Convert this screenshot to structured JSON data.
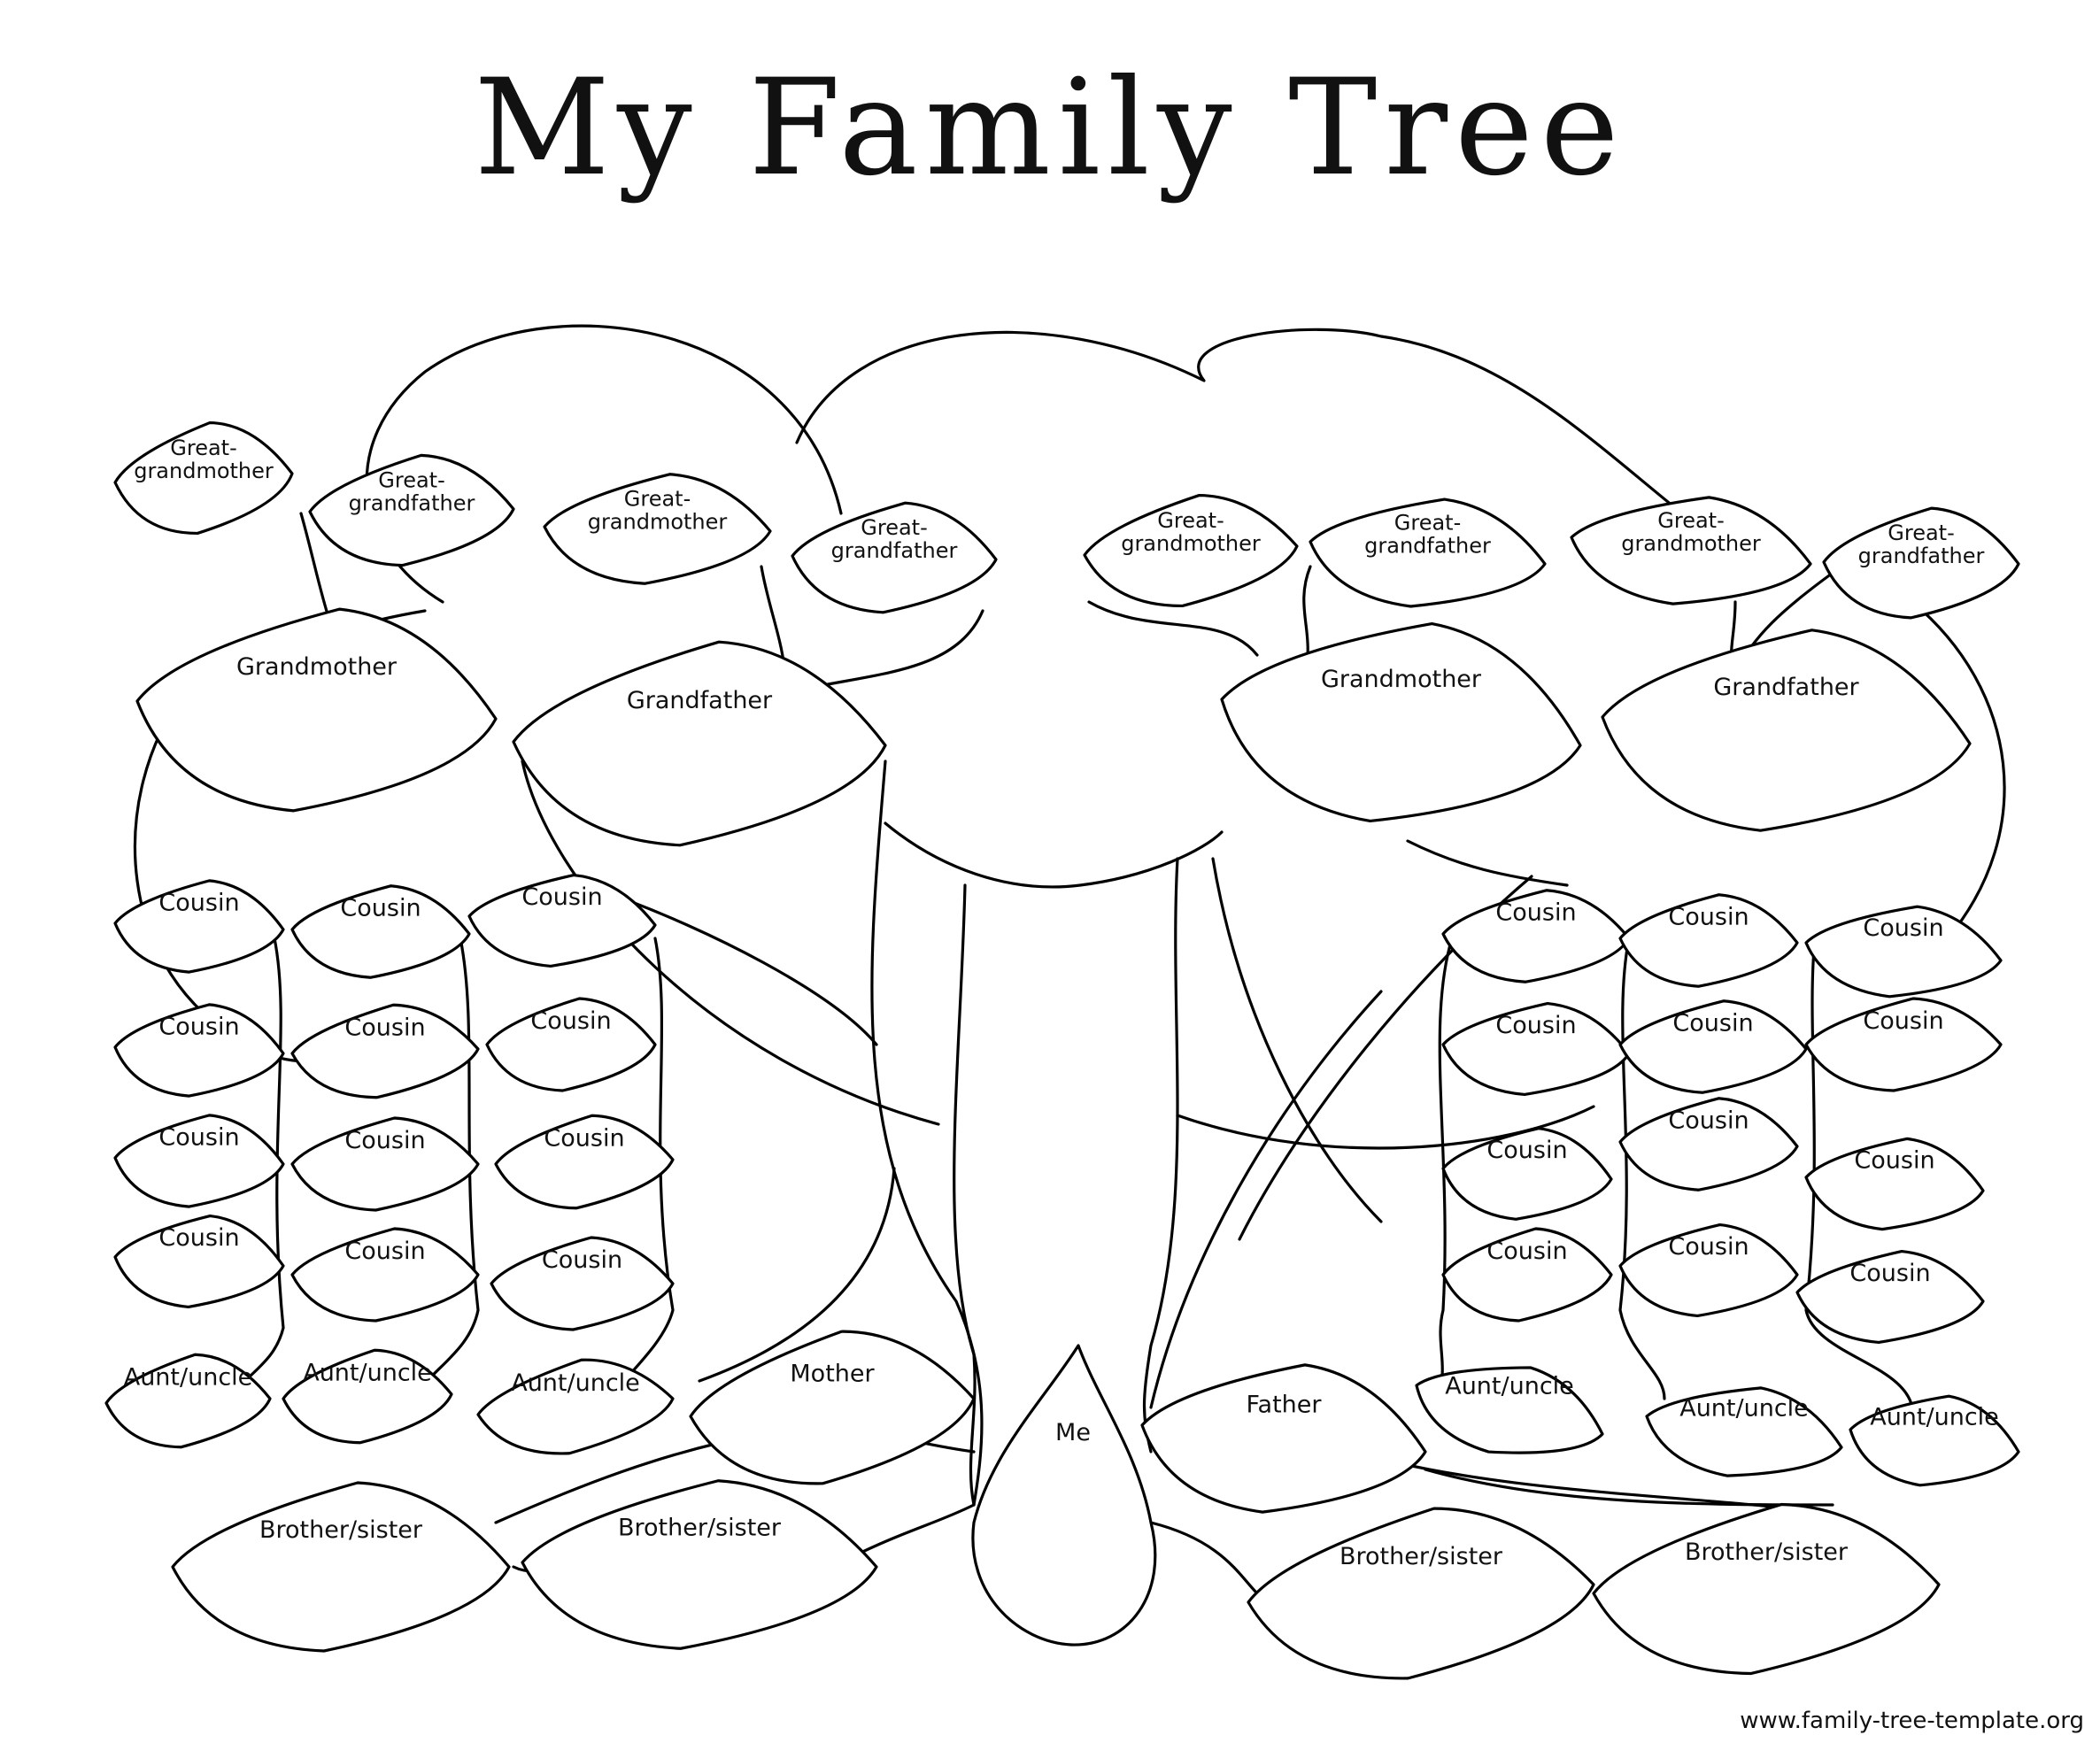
{
  "title": "My Family Tree",
  "footer": "www.family-tree-template.org",
  "labels": {
    "great_grandmother": [
      "Great-",
      "grandmother"
    ],
    "great_grandfather": [
      "Great-",
      "grandfather"
    ],
    "grandmother": "Grandmother",
    "grandfather": "Grandfather",
    "cousin": "Cousin",
    "aunt_uncle": "Aunt/uncle",
    "mother": "Mother",
    "father": "Father",
    "me": "Me",
    "brother_sister": "Brother/sister"
  }
}
